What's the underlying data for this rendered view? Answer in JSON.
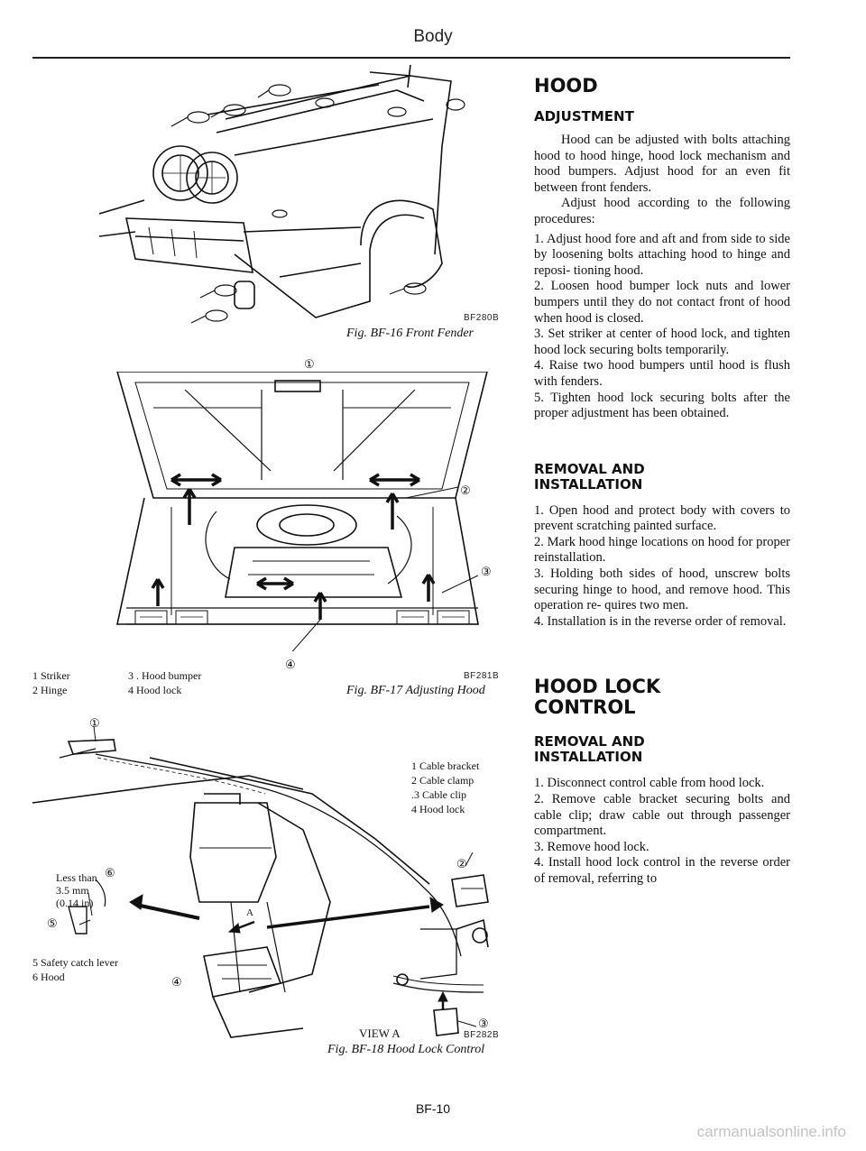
{
  "header": {
    "title": "Body"
  },
  "figures": {
    "fig16": {
      "code": "BF280B",
      "caption": "Fig. BF-16  Front Fender"
    },
    "fig17": {
      "code": "BF281B",
      "caption": "Fig. BF-17  Adjusting Hood",
      "callouts": [
        "①",
        "②",
        "③",
        "④"
      ],
      "legend_left": [
        "1  Striker",
        "2  Hinge"
      ],
      "legend_right": [
        "3 . Hood bumper",
        "4  Hood lock"
      ]
    },
    "fig18": {
      "code": "BF282B",
      "caption": "Fig. BF-18  Hood Lock Control",
      "view_label": "VIEW A",
      "callouts": [
        "①",
        "②",
        "③",
        "④",
        "⑤",
        "⑥"
      ],
      "arrow_label": "A",
      "legend_top": [
        "1  Cable bracket",
        "2  Cable clamp",
        ".3  Cable clip",
        "4  Hood lock"
      ],
      "legend_bottom": [
        "5  Safety catch lever",
        "6  Hood"
      ],
      "gap_label": [
        "Less than",
        "3.5 mm",
        "(0.14 in)"
      ]
    }
  },
  "sections": {
    "hood_title": "HOOD",
    "adjustment": {
      "title": "ADJUSTMENT",
      "intro1": "Hood can be adjusted with bolts attaching hood to hood hinge, hood lock mechanism and hood bumpers. Adjust hood for an even fit between front fenders.",
      "intro2": "Adjust hood according to the following procedures:",
      "steps": [
        "1.  Adjust hood fore and aft and from side to side by loosening bolts attaching hood to hinge and reposi- tioning hood.",
        "2.  Loosen hood bumper lock nuts and lower bumpers until they do not contact front of hood when hood is closed.",
        "3.  Set striker at center of hood lock, and tighten hood lock securing bolts temporarily.",
        "4.  Raise two hood bumpers until hood is flush with fenders.",
        "5.  Tighten hood lock securing bolts after the proper adjustment has been obtained."
      ]
    },
    "removal1": {
      "title_line1": "REMOVAL AND",
      "title_line2": "INSTALLATION",
      "steps": [
        "1.  Open hood and protect body with covers to prevent scratching painted surface.",
        "2.  Mark hood hinge locations on hood for proper reinstallation.",
        "3.  Holding both sides of hood, unscrew bolts securing hinge to hood, and remove hood. This operation re- quires two men.",
        "4.  Installation is in the reverse order of removal."
      ]
    },
    "hood_lock_title_line1": "HOOD LOCK",
    "hood_lock_title_line2": "CONTROL",
    "removal2": {
      "title_line1": "REMOVAL AND",
      "title_line2": "INSTALLATION",
      "steps": [
        "1.  Disconnect control cable from hood lock.",
        "2.  Remove cable bracket securing bolts and cable clip; draw cable out through passenger compartment.",
        "3.  Remove hood lock.",
        "4.  Install hood lock control in the reverse order of removal, referring to"
      ]
    }
  },
  "footer": {
    "page": "BF-10"
  },
  "watermark": "carmanualsonline.info"
}
